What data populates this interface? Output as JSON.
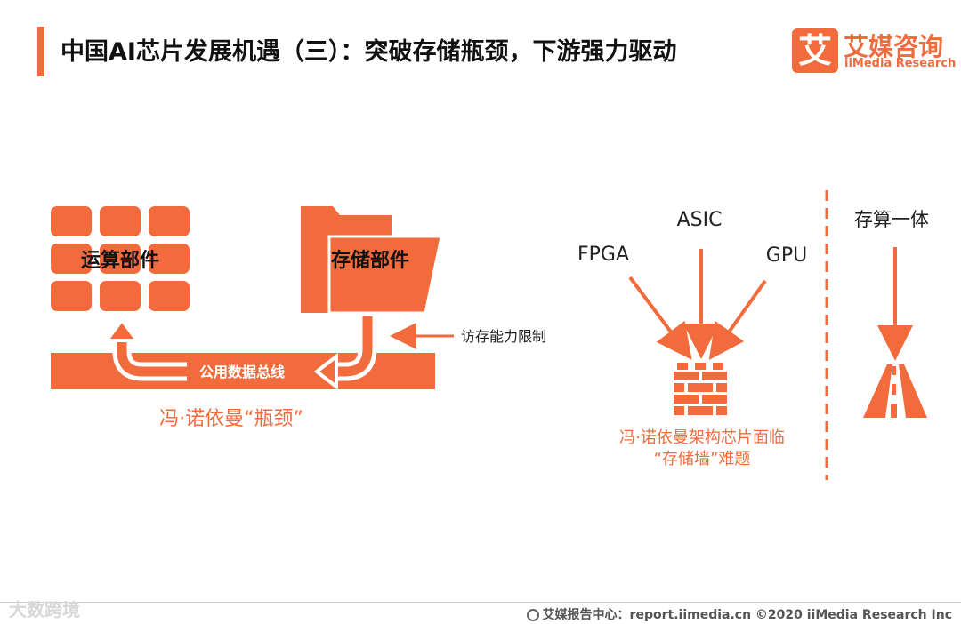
{
  "header": {
    "title": "中国AI芯片发展机遇（三）：突破存储瓶颈，下游强力驱动",
    "logo_mark": "艾",
    "logo_cn": "艾媒咨询",
    "logo_en": "iiMedia Research"
  },
  "left_diagram": {
    "compute_label": "运算部件",
    "storage_label": "存储部件",
    "bus_label": "公用数据总线",
    "access_label": "访存能力限制",
    "caption": "冯·诺依曼“瓶颈”"
  },
  "right_diagram": {
    "asic": "ASIC",
    "fpga": "FPGA",
    "gpu": "GPU",
    "wall_caption_1": "冯·诺依曼架构芯片面临",
    "wall_caption_2": "“存储墙”难题",
    "cim_label": "存算一体"
  },
  "footer": {
    "watermark": "大数跨境",
    "text": "艾媒报告中心：report.iimedia.cn  ©2020  iiMedia Research  Inc"
  },
  "colors": {
    "accent": "#f26b3c",
    "text": "#222222"
  }
}
